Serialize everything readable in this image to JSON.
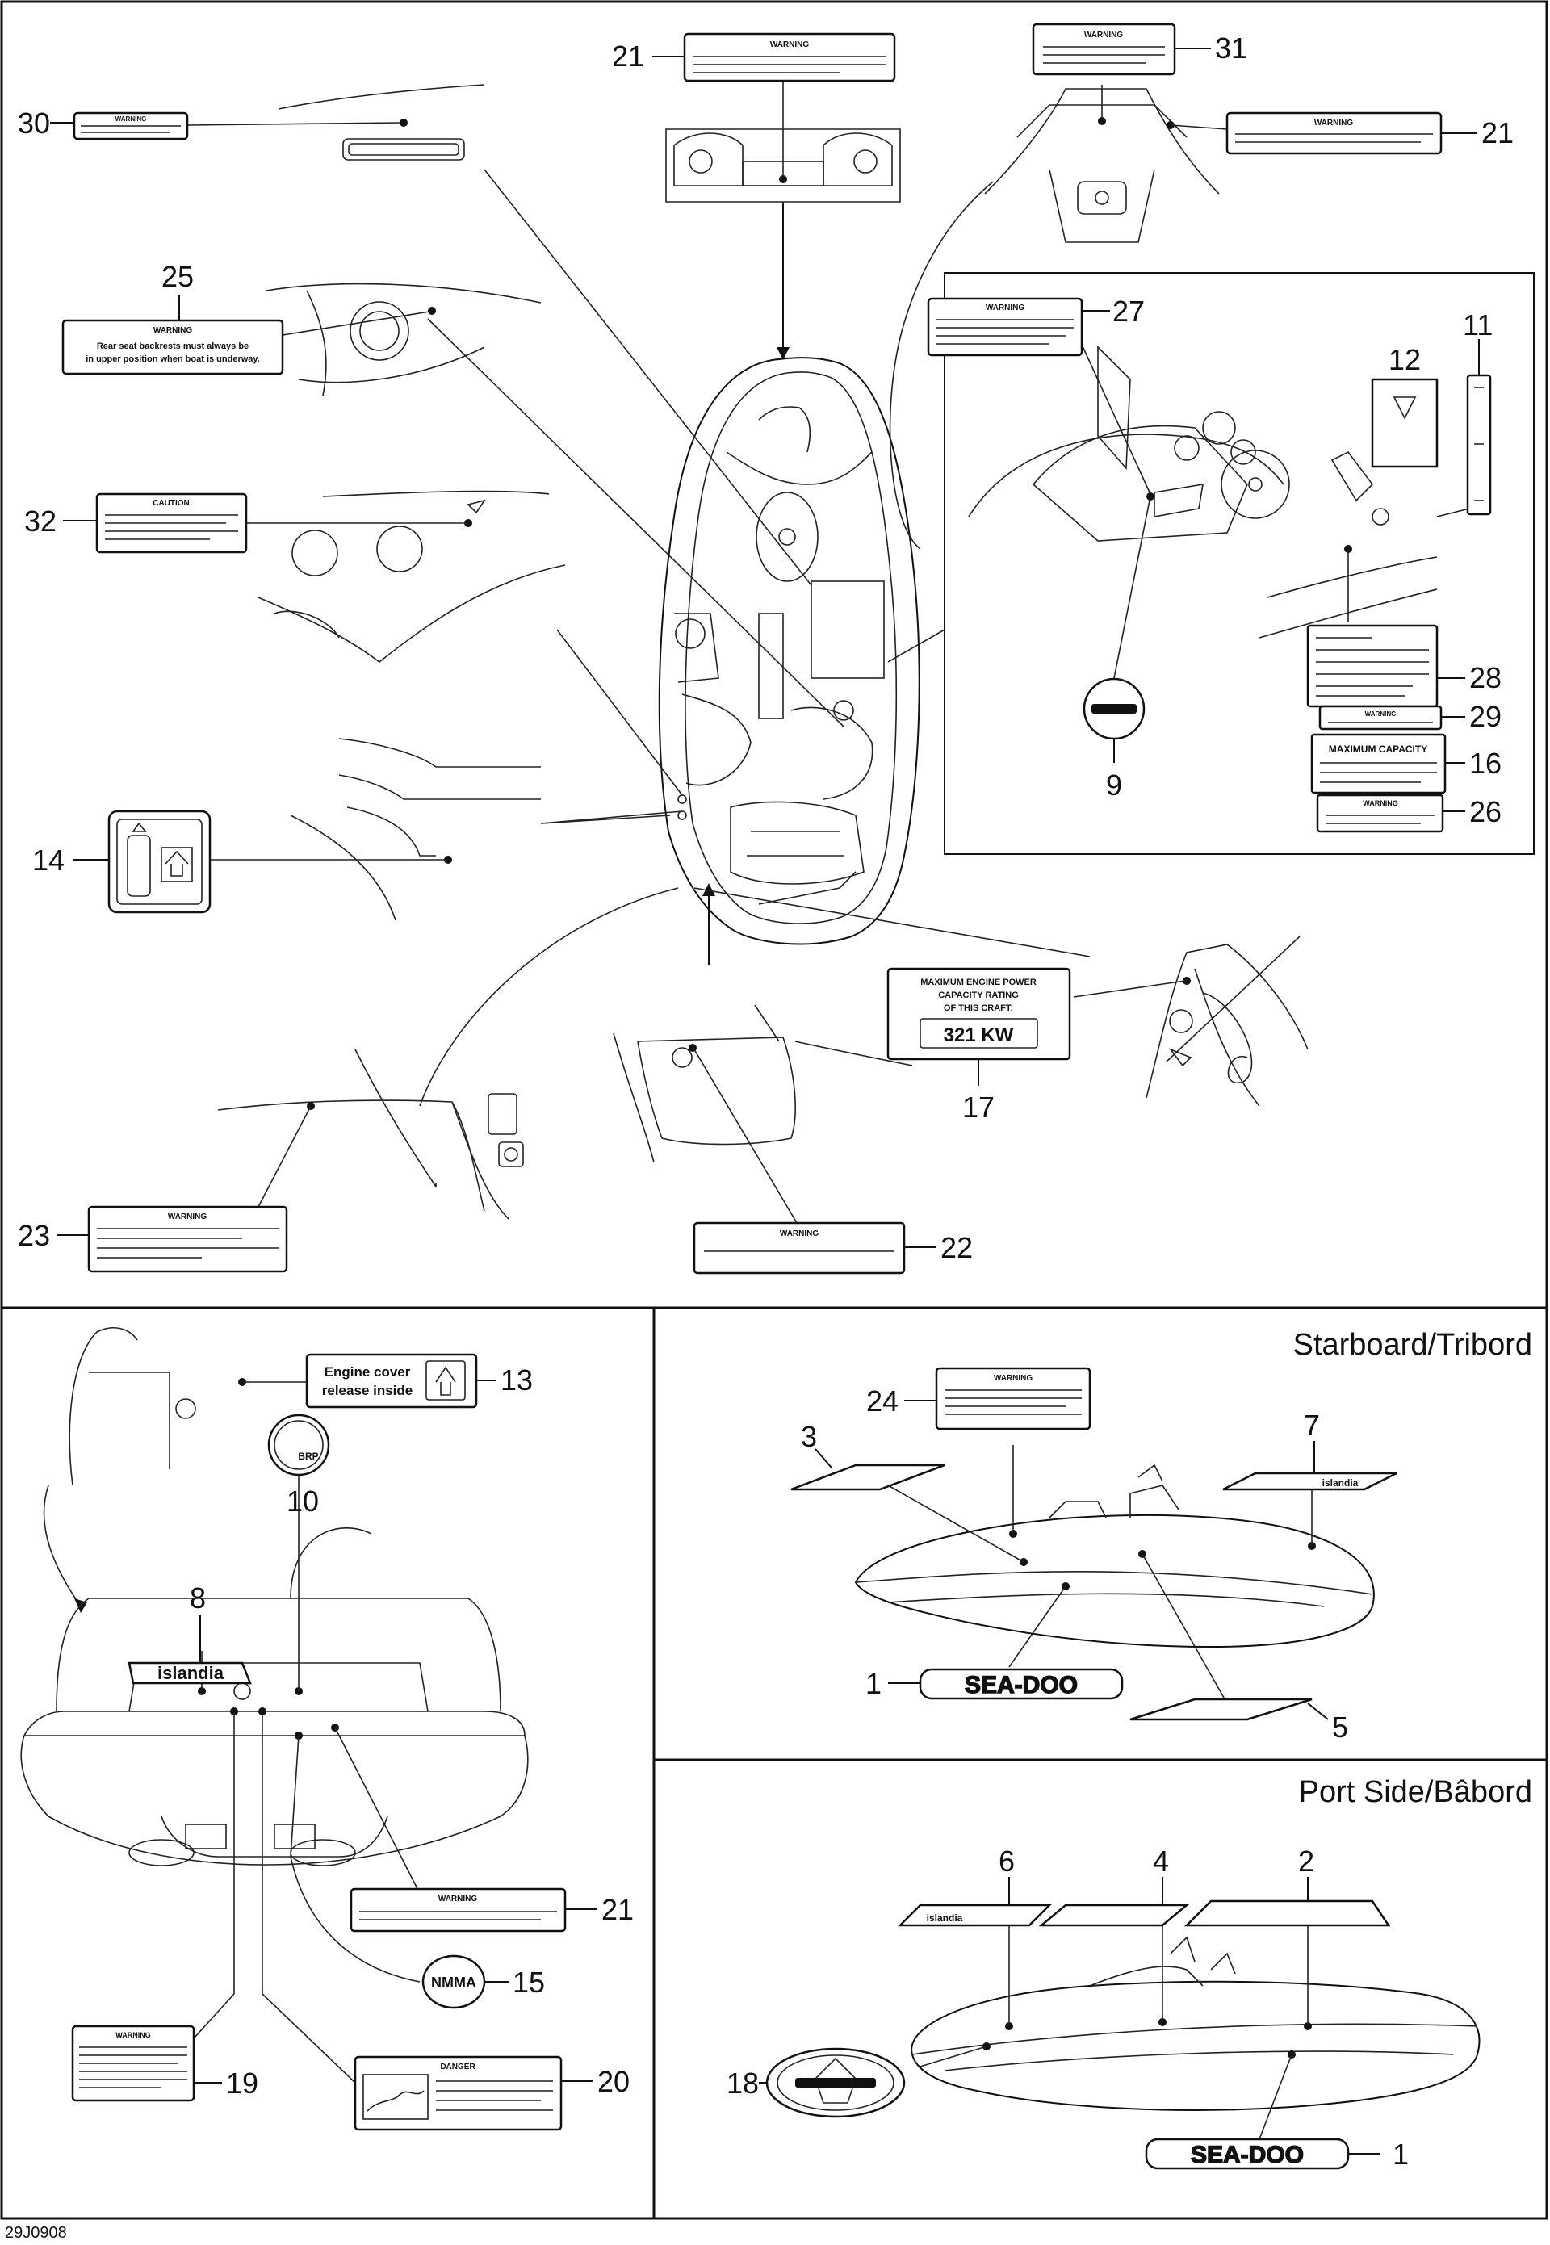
{
  "sections": {
    "starboard_title": "Starboard/Tribord",
    "port_title": "Port Side/Bâbord"
  },
  "callouts": {
    "c30": "30",
    "c21_top": "21",
    "c31": "31",
    "c21_right": "21",
    "c25": "25",
    "c27": "27",
    "c11": "11",
    "c12": "12",
    "c32": "32",
    "c28": "28",
    "c29": "29",
    "c16": "16",
    "c26": "26",
    "c9": "9",
    "c14": "14",
    "c17": "17",
    "c23": "23",
    "c22": "22",
    "c13": "13",
    "c10": "10",
    "c8": "8",
    "c21_rear": "21",
    "c15": "15",
    "c19": "19",
    "c20": "20",
    "c24": "24",
    "c3": "3",
    "c7": "7",
    "c1_stbd": "1",
    "c5": "5",
    "c6": "6",
    "c4": "4",
    "c2": "2",
    "c18": "18",
    "c1_port": "1"
  },
  "decals": {
    "warning": "WARNING",
    "caution": "CAUTION",
    "danger": "DANGER",
    "engine_cover_line1": "Engine cover",
    "engine_cover_line2": "release inside",
    "nmma": "NMMA",
    "max_power_line1": "MAXIMUM ENGINE POWER",
    "max_power_line2": "CAPACITY RATING",
    "max_power_line3": "OF THIS CRAFT:",
    "max_power_value": "321 KW",
    "warning_25_line1": "Rear seat backrests must always be",
    "warning_25_line2": "in upper position when boat is underway.",
    "max_capacity": "MAXIMUM CAPACITY",
    "brp": "BRP",
    "islandia": "islandia",
    "seadoo": "SEA-DOO"
  },
  "reference": "29J0908"
}
